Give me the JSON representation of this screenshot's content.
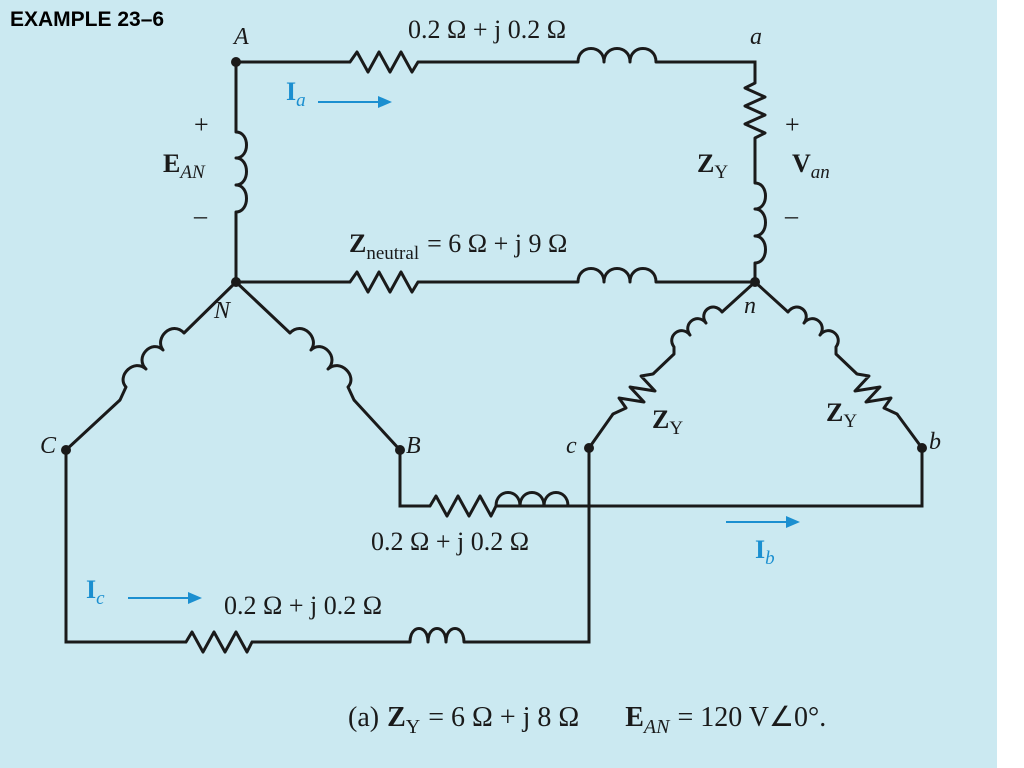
{
  "header": {
    "title": "EXAMPLE 23–6"
  },
  "colors": {
    "background": "#cbe9f1",
    "current_arrow": "#1b8fd0",
    "wire": "#1a1a1a"
  },
  "nodes": {
    "A": "A",
    "a": "a",
    "N": "N",
    "n": "n",
    "B": "B",
    "b": "b",
    "C": "C",
    "c": "c"
  },
  "labels": {
    "line_top": "0.2 Ω + j 0.2 Ω",
    "line_b": "0.2 Ω + j 0.2 Ω",
    "line_c": "0.2 Ω + j 0.2 Ω",
    "neutral_sym": "Z",
    "neutral_sub": "neutral",
    "neutral_val": "= 6 Ω + j 9 Ω",
    "plus": "+",
    "minus": "–",
    "source_sym": "E",
    "source_sub": "AN",
    "load_sym": "Z",
    "load_sub": "Y",
    "v_sym": "V",
    "v_sub": "an"
  },
  "currents": {
    "a": {
      "sym": "I",
      "sub": "a"
    },
    "b": {
      "sym": "I",
      "sub": "b"
    },
    "c": {
      "sym": "I",
      "sub": "c"
    }
  },
  "caption": {
    "part": "(a)",
    "z_sym": "Z",
    "z_sub": "Y",
    "z_val": "= 6 Ω + j 8 Ω",
    "e_sym": "E",
    "e_sub": "AN",
    "e_val": "= 120 V∠0°."
  }
}
